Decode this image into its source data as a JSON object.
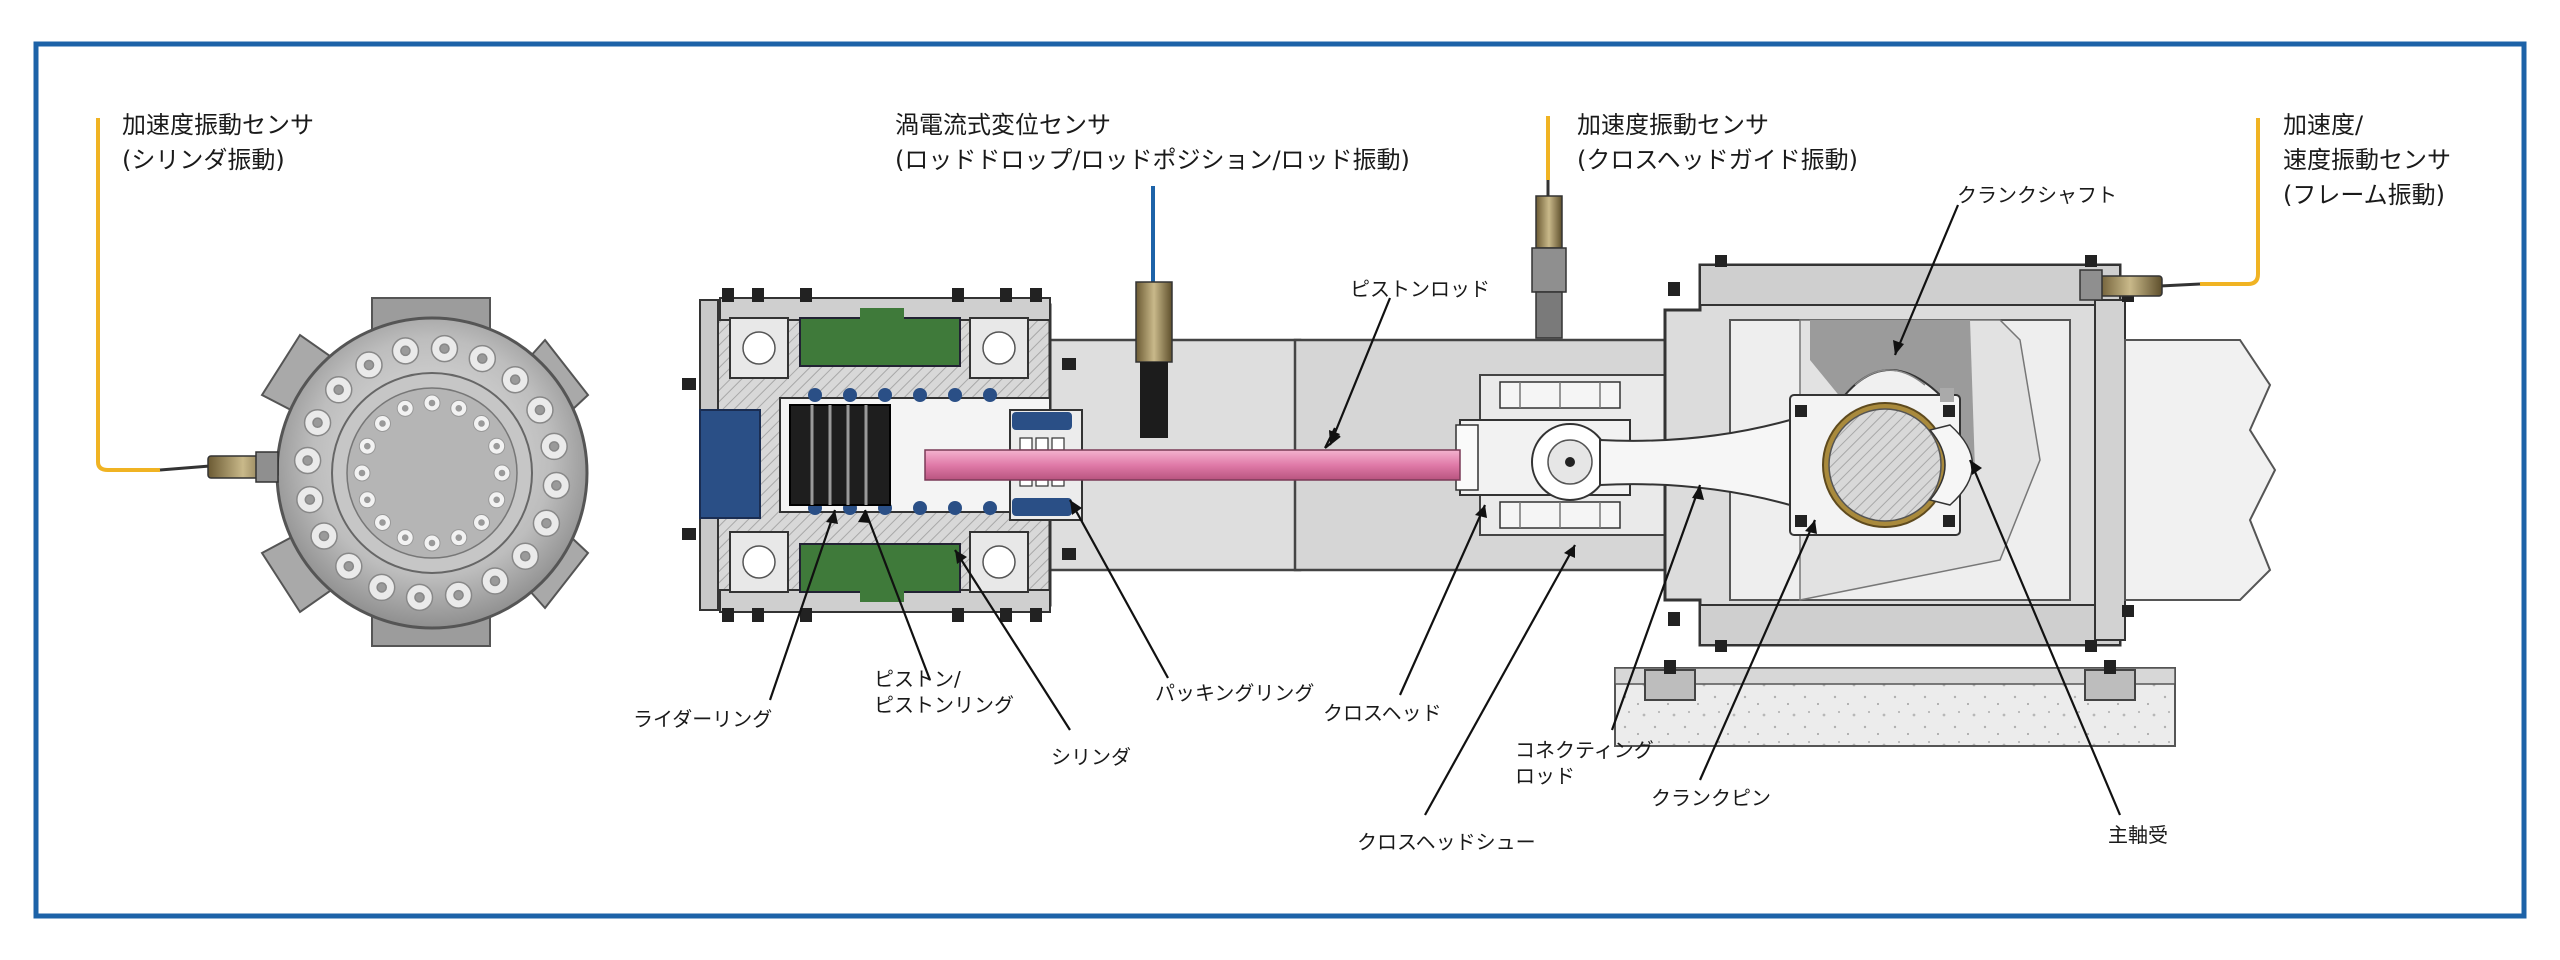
{
  "sensors": {
    "cyl_accel": [
      "加速度振動センサ",
      "(シリンダ振動)"
    ],
    "eddy": [
      "渦電流式変位センサ",
      "(ロッドドロップ/ロッドポジション/ロッド振動)"
    ],
    "xhead_accel": [
      "加速度振動センサ",
      "(クロスヘッドガイド振動)"
    ],
    "frame": [
      "加速度/",
      "速度振動センサ",
      "(フレーム振動)"
    ]
  },
  "parts": {
    "piston_rod": "ピストンロッド",
    "crankshaft": "クランクシャフト",
    "rider_ring": "ライダーリング",
    "piston": [
      "ピストン/",
      "ピストンリング"
    ],
    "cylinder": "シリンダ",
    "packing_ring": "パッキングリング",
    "crosshead": "クロスヘッド",
    "crosshead_shoe": "クロスヘッドシュー",
    "conrod": [
      "コネクティング",
      "ロッド"
    ],
    "crank_pin": "クランクピン",
    "main_bearing": "主軸受"
  },
  "colors": {
    "border": "#1d63a8",
    "sensor_cable": "#f0b323",
    "eddy_cable": "#1d63a8",
    "piston_rod": "#e07aa8",
    "cooling_jacket": "#3f7a3a",
    "seal_blue": "#2a4f86"
  }
}
